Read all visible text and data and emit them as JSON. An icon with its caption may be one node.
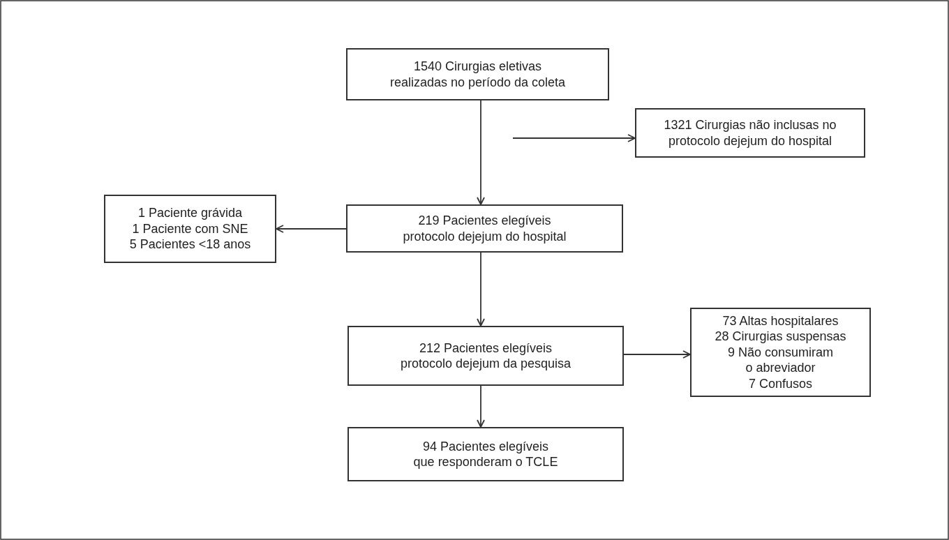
{
  "diagram": {
    "nodes": [
      {
        "text": [
          "1540 Cirurgias eletivas realizadas no período da coleta"
        ]
      },
      {
        "text": [
          "1321 Cirurgias não inclusas no protocolo dejejum do hospital"
        ]
      },
      {
        "text": [
          "219 Pacientes elegíveis protocolo dejejum do hospital"
        ]
      },
      {
        "text": [
          "1 Paciente grávida",
          "1 Paciente com SNE",
          "5 Pacientes <18 anos"
        ]
      },
      {
        "text": [
          "212 Pacientes elegíveis protocolo dejejum da pesquisa"
        ]
      },
      {
        "text": [
          "73 Altas hospitalares",
          "28 Cirurgias suspensas",
          "9 Não consumiram o abreviador",
          "7 Confusos"
        ]
      },
      {
        "text": [
          "94 Pacientes elegíveis que responderam o TCLE"
        ]
      }
    ],
    "edges": [
      {
        "from": 0,
        "to": 2,
        "arrow": "to"
      },
      {
        "from": null,
        "to": 1,
        "arrow": "to"
      },
      {
        "from": 2,
        "to": 3,
        "arrow": "to"
      },
      {
        "from": 2,
        "to": 4,
        "arrow": "to"
      },
      {
        "from": 4,
        "to": 5,
        "arrow": "to"
      },
      {
        "from": 4,
        "to": 6,
        "arrow": "to"
      }
    ]
  }
}
